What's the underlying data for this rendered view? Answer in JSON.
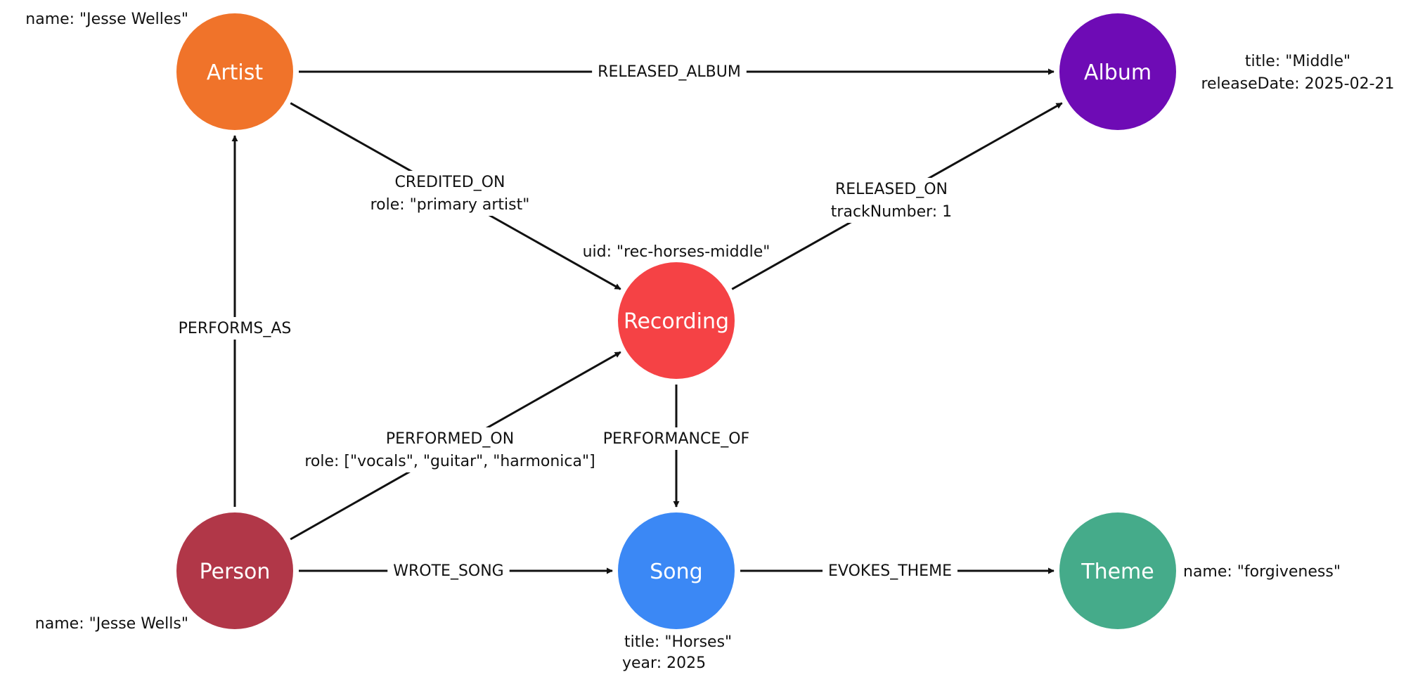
{
  "nodes": [
    {
      "id": "artist",
      "label": "Artist",
      "color": "#F0732A",
      "props": [
        "name: \"Jesse Welles\""
      ]
    },
    {
      "id": "album",
      "label": "Album",
      "color": "#6E0BB5",
      "props": [
        "title: \"Middle\"",
        "releaseDate: 2025-02-21"
      ]
    },
    {
      "id": "recording",
      "label": "Recording",
      "color": "#F54245",
      "props": [
        "uid: \"rec-horses-middle\""
      ]
    },
    {
      "id": "person",
      "label": "Person",
      "color": "#B13748",
      "props": [
        "name: \"Jesse Wells\""
      ]
    },
    {
      "id": "song",
      "label": "Song",
      "color": "#3B88F5",
      "props": [
        "title: \"Horses\"",
        "year: 2025"
      ]
    },
    {
      "id": "theme",
      "label": "Theme",
      "color": "#45AB8A",
      "props": [
        "name: \"forgiveness\""
      ]
    }
  ],
  "edges": [
    {
      "id": "released-album",
      "from": "artist",
      "to": "album",
      "label": "RELEASED_ALBUM",
      "props": []
    },
    {
      "id": "credited-on",
      "from": "artist",
      "to": "recording",
      "label": "CREDITED_ON",
      "props": [
        "role: \"primary artist\""
      ]
    },
    {
      "id": "released-on",
      "from": "recording",
      "to": "album",
      "label": "RELEASED_ON",
      "props": [
        "trackNumber: 1"
      ]
    },
    {
      "id": "performs-as",
      "from": "person",
      "to": "artist",
      "label": "PERFORMS_AS",
      "props": []
    },
    {
      "id": "performed-on",
      "from": "person",
      "to": "recording",
      "label": "PERFORMED_ON",
      "props": [
        "role: [\"vocals\", \"guitar\", \"harmonica\"]"
      ]
    },
    {
      "id": "performance-of",
      "from": "recording",
      "to": "song",
      "label": "PERFORMANCE_OF",
      "props": []
    },
    {
      "id": "wrote-song",
      "from": "person",
      "to": "song",
      "label": "WROTE_SONG",
      "props": []
    },
    {
      "id": "evokes-theme",
      "from": "song",
      "to": "theme",
      "label": "EVOKES_THEME",
      "props": []
    }
  ]
}
